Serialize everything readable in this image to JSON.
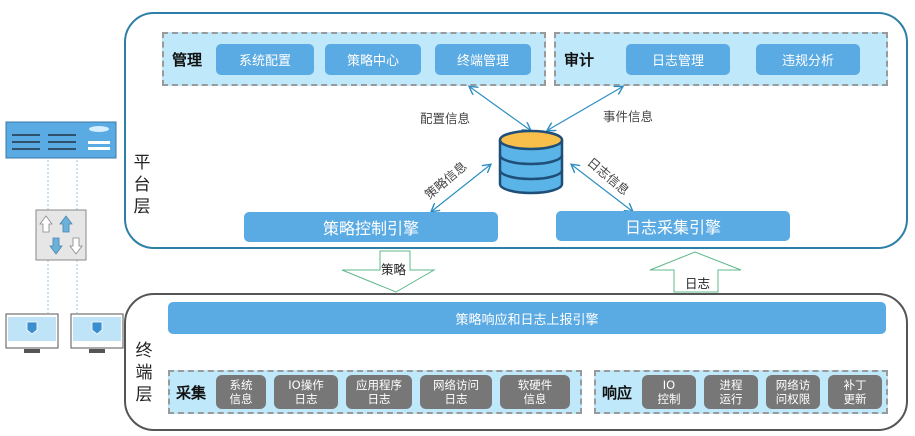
{
  "platform_layer": {
    "label": "平台层",
    "management": {
      "title": "管理",
      "items": [
        "系统配置",
        "策略中心",
        "终端管理"
      ]
    },
    "audit": {
      "title": "审计",
      "items": [
        "日志管理",
        "违规分析"
      ]
    },
    "database_icon": "database-icon",
    "flows": {
      "config_info": "配置信息",
      "event_info": "事件信息",
      "policy_info": "策略信息",
      "log_info": "日志信息"
    },
    "policy_engine": "策略控制引擎",
    "log_engine": "日志采集引擎"
  },
  "inter_layer": {
    "down_arrow": "策略",
    "up_arrow": "日志"
  },
  "terminal_layer": {
    "label": "终端层",
    "engine": "策略响应和日志上报引擎",
    "collect": {
      "title": "采集",
      "items": [
        "系统\n信息",
        "IO操作\n日志",
        "应用程序\n日志",
        "网络访问\n日志",
        "软硬件\n信息"
      ]
    },
    "respond": {
      "title": "响应",
      "items": [
        "IO\n控制",
        "进程\n运行",
        "网络访\n问权限",
        "补丁\n更新"
      ]
    }
  },
  "network": {
    "server_icon": "server-icon",
    "switch_icon": "switch-icon",
    "terminal_icons": [
      "monitor-icon",
      "monitor-icon"
    ]
  },
  "colors": {
    "platform_border": "#2e7fa8",
    "terminal_border": "#555555",
    "group_fill": "#bfe9fb",
    "button_blue": "#5aaae3",
    "button_gray": "#777777",
    "db_top": "#f8bf4a",
    "arrow_green": "#5cb88a"
  }
}
